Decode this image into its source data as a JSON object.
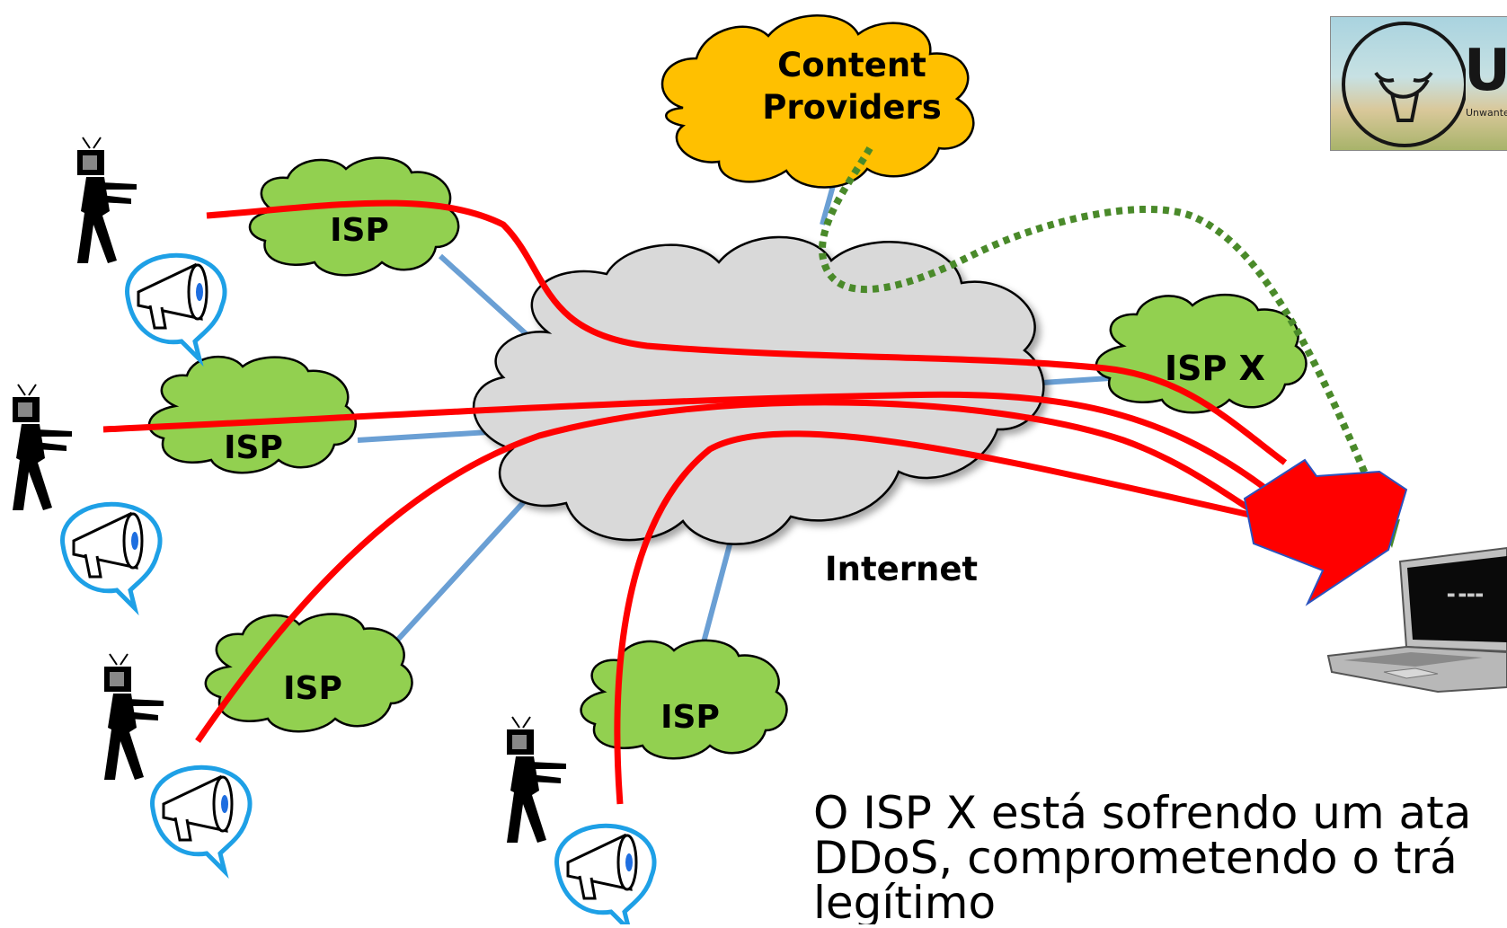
{
  "diagram": {
    "content_providers": [
      "Content",
      "Providers"
    ],
    "isp_labels": [
      "ISP",
      "ISP",
      "ISP",
      "ISP"
    ],
    "isp_x_label": "ISP X",
    "internet_label": "Internet",
    "logo_text": "U",
    "logo_subtext": "Unwanted"
  },
  "caption": {
    "lines": [
      "O ISP X está sofrendo um ata",
      "DDoS, comprometendo o trá",
      "legítimo"
    ]
  },
  "colors": {
    "attack": "#ff0000",
    "legit": "#4a8a2a",
    "link": "#6a9fd4",
    "isp_cloud": "#92d050",
    "content_cloud": "#ffc000",
    "internet_cloud": "#d9d9d9"
  },
  "icons": [
    "zombie-icon",
    "megaphone-icon",
    "laptop-icon",
    "logo-icon"
  ]
}
